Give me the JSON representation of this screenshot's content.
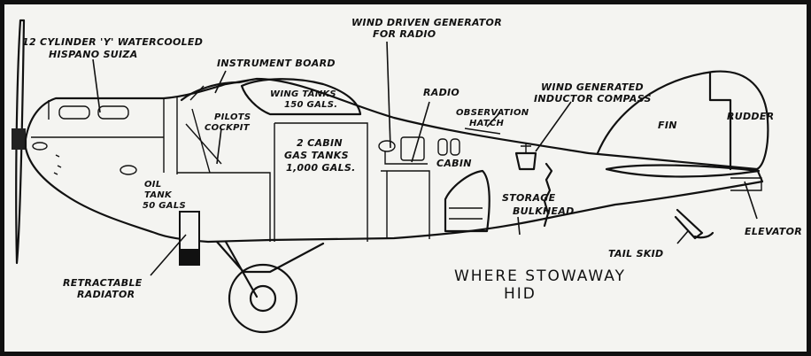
{
  "labels": {
    "engine": [
      "12 CYLINDER 'Y' WATERCOOLED",
      "HISPANO SUIZA"
    ],
    "instrument_board": "INSTRUMENT BOARD",
    "generator": [
      "WIND DRIVEN GENERATOR",
      "FOR RADIO"
    ],
    "radio": "RADIO",
    "compass": [
      "WIND GENERATED",
      "INDUCTOR COMPASS"
    ],
    "observation_hatch": [
      "OBSERVATION",
      "HATCH"
    ],
    "wing_tanks": [
      "WING TANKS",
      "150 GALS."
    ],
    "pilots_cockpit": [
      "PILOTS",
      "COCKPIT"
    ],
    "cabin_tanks": [
      "2 CABIN",
      "GAS TANKS",
      "1,000 GALS."
    ],
    "cabin": "CABIN",
    "fin": "FIN",
    "rudder": "RUDDER",
    "oil_tank": [
      "OIL",
      "TANK",
      "50 GALS"
    ],
    "storage": "STORAGE",
    "bulkhead": "BULKHEAD",
    "elevator": "ELEVATOR",
    "tail_skid": "TAIL SKID",
    "stowaway": [
      "WHERE STOWAWAY",
      "HID"
    ],
    "radiator": [
      "RETRACTABLE",
      "RADIATOR"
    ]
  },
  "colors": {
    "ink": "#111111",
    "paper": "#f4f4f1"
  }
}
